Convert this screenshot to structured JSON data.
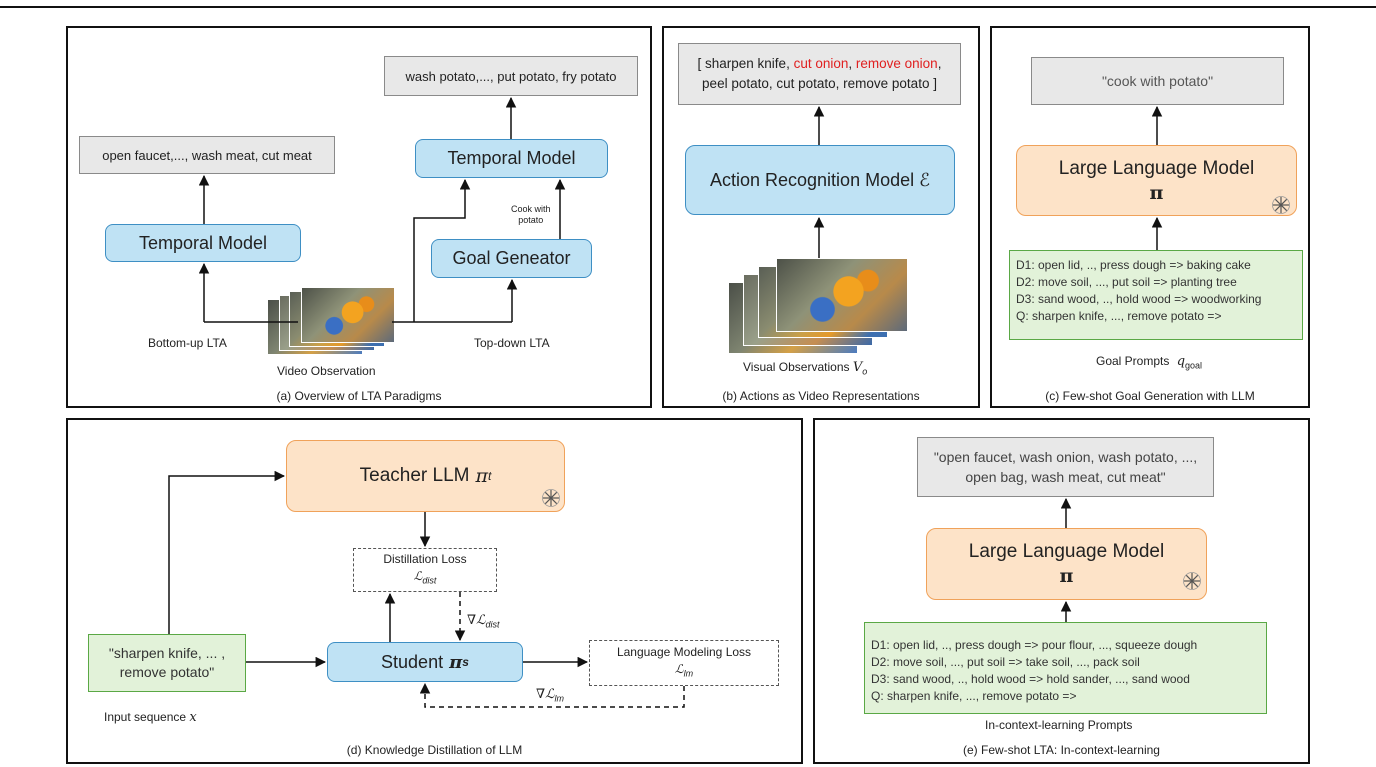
{
  "panel_a": {
    "caption": "(a) Overview of LTA Paradigms",
    "left_output": "open faucet,..., wash meat, cut meat",
    "right_output": "wash potato,..., put potato, fry potato",
    "left_temporal": "Temporal Model",
    "right_temporal": "Temporal Model",
    "goal_generator": "Goal Geneator",
    "goal_label_1": "Cook with",
    "goal_label_2": "potato",
    "bottom_up": "Bottom-up LTA",
    "top_down": "Top-down LTA",
    "video_label": "Video Observation"
  },
  "panel_b": {
    "caption": "(b) Actions as Video Representations",
    "out_pre": "[ sharpen knife, ",
    "out_red1": "cut onion",
    "out_sep": ", ",
    "out_red2": "remove onion",
    "out_post": ",",
    "out_line2": "peel potato, cut potato, remove potato ]",
    "model": "Action Recognition Model ℰ",
    "visual_label": "Visual Observations",
    "visual_sym": "V",
    "visual_sub": "o"
  },
  "panel_c": {
    "caption": "(c) Few-shot Goal Generation with LLM",
    "output": "\"cook with potato\"",
    "llm_title": "Large Language Model",
    "llm_sym": "π",
    "prompts": [
      "D1: open lid, .., press dough => baking cake",
      "D2: move soil, ..., put soil => planting tree",
      "D3: sand wood, .., hold wood => woodworking",
      "Q: sharpen knife, ..., remove potato =>"
    ],
    "prompt_label": "Goal Prompts",
    "prompt_sym": "q",
    "prompt_sub": "goal"
  },
  "panel_d": {
    "caption": "(d) Knowledge Distillation of LLM",
    "teacher": "Teacher LLM",
    "teacher_sym": "π",
    "teacher_sub": "t",
    "distill_title": "Distillation Loss",
    "distill_sym": "ℒ",
    "distill_sub": "dist",
    "grad_dist": "∇ℒ",
    "grad_dist_sub": "dist",
    "student": "Student",
    "student_sym": "π",
    "student_sub": "s",
    "lm_title": "Language Modeling Loss",
    "lm_sym": "ℒ",
    "lm_sub": "lm",
    "grad_lm": "∇ℒ",
    "grad_lm_sub": "lm",
    "input_1": "\"sharpen knife, ... ,",
    "input_2": "remove potato\"",
    "input_label": "Input sequence",
    "input_sym": "x"
  },
  "panel_e": {
    "caption": "(e) Few-shot LTA: In-context-learning",
    "output_1": "\"open faucet, wash onion, wash potato, ...,",
    "output_2": "open bag, wash meat, cut meat\"",
    "llm_title": "Large Language Model",
    "llm_sym": "π",
    "prompts": [
      "D1: open lid, .., press dough => pour flour, ..., squeeze dough",
      "D2: move soil, ..., put soil => take soil, ..., pack soil",
      "D3: sand wood, .., hold wood => hold sander, ..., sand wood",
      "Q: sharpen knife, ..., remove potato =>"
    ],
    "prompt_label": "In-context-learning Prompts"
  },
  "colors": {
    "gray_box": "#e8e8e8",
    "blue_box": "#bfe2f4",
    "orange_box": "#fde3c8",
    "green_box": "#e2f2d9",
    "highlight_red": "#e02020"
  }
}
